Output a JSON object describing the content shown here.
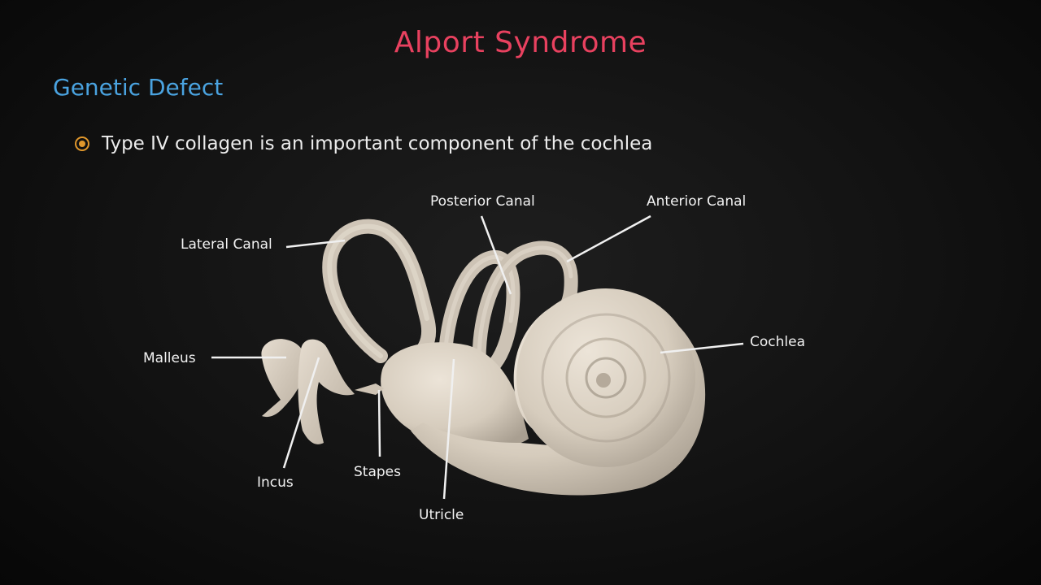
{
  "slide": {
    "title": "Alport Syndrome",
    "section_heading": "Genetic Defect",
    "bullet": "Type IV collagen is an important component of the cochlea"
  },
  "diagram": {
    "labels": {
      "lateral_canal": "Lateral Canal",
      "posterior_canal": "Posterior Canal",
      "anterior_canal": "Anterior Canal",
      "malleus": "Malleus",
      "cochlea": "Cochlea",
      "incus": "Incus",
      "stapes": "Stapes",
      "utricle": "Utricle"
    }
  },
  "colors": {
    "title": "#e8415f",
    "section_heading": "#4aa3e0",
    "bullet_icon": "#e0972c",
    "bone": "#d9cfc1",
    "background": "#121212"
  }
}
